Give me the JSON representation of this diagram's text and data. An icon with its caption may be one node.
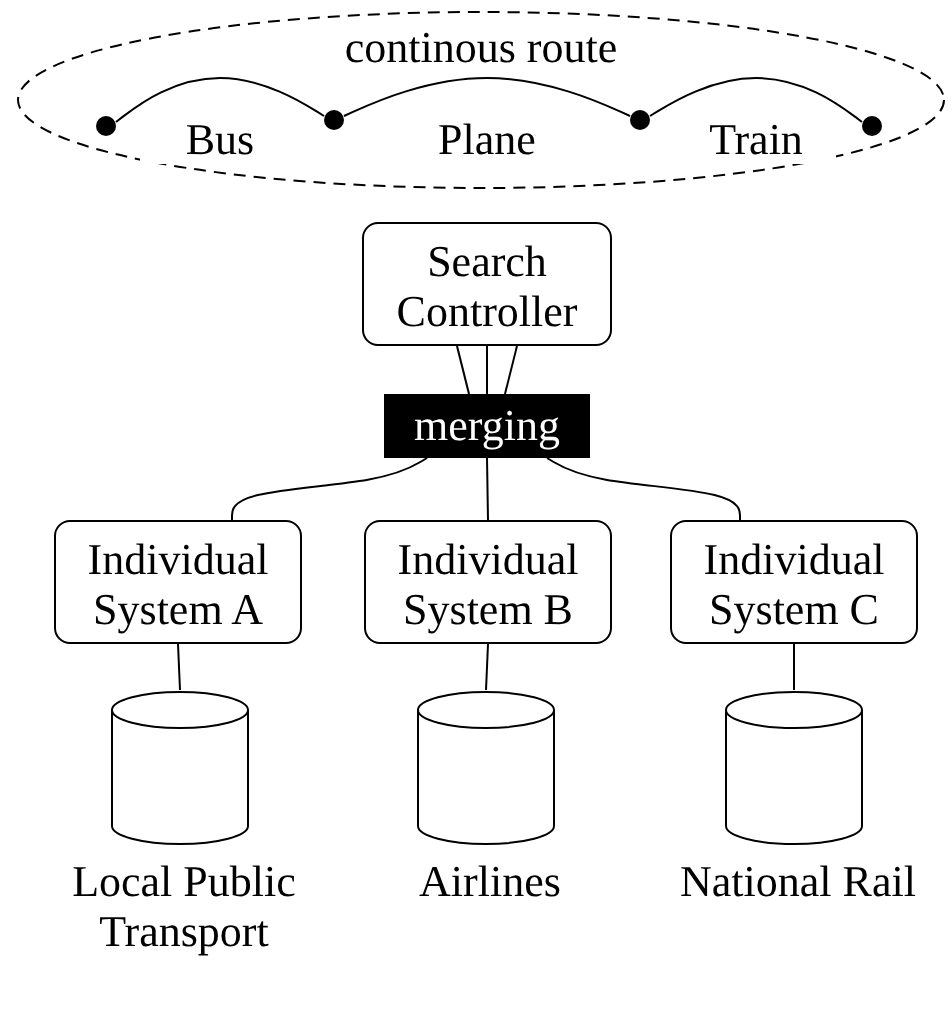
{
  "diagram": {
    "nodes": [
      {
        "text": [
          "continous route"
        ]
      },
      {
        "text": [],
        "shape": "circle",
        "in": 0
      },
      {
        "text": [],
        "shape": "circle",
        "in": 0
      },
      {
        "text": [],
        "shape": "circle",
        "in": 0
      },
      {
        "text": [],
        "shape": "circle",
        "in": 0
      },
      {
        "text": [
          "Search Controller"
        ]
      },
      {
        "text": [
          "merging"
        ]
      },
      {
        "text": [
          "Individual System A"
        ]
      },
      {
        "text": [
          "Individual System B"
        ]
      },
      {
        "text": [
          "Individual System C"
        ]
      },
      {
        "text": [],
        "shape": "cylinder",
        "beside": [
          "Local Public Transport"
        ]
      },
      {
        "text": [],
        "shape": "cylinder",
        "beside": [
          "Airlines"
        ]
      },
      {
        "text": [],
        "shape": "cylinder",
        "beside": [
          "National Rail"
        ]
      }
    ],
    "edges": [
      {
        "from": 1,
        "to": 2,
        "arrow": "none",
        "label": "Bus"
      },
      {
        "from": 2,
        "to": 3,
        "arrow": "none",
        "label": "Plane"
      },
      {
        "from": 3,
        "to": 4,
        "arrow": "none",
        "label": "Train"
      },
      {
        "from": 5,
        "to": 6,
        "arrow": "none"
      },
      {
        "from": 5,
        "to": 6,
        "arrow": "none"
      },
      {
        "from": 5,
        "to": 6,
        "arrow": "none"
      },
      {
        "from": 6,
        "to": 7,
        "arrow": "none"
      },
      {
        "from": 6,
        "to": 8,
        "arrow": "none"
      },
      {
        "from": 6,
        "to": 9,
        "arrow": "none"
      },
      {
        "from": 7,
        "to": 10,
        "arrow": "none"
      },
      {
        "from": 8,
        "to": 11,
        "arrow": "none"
      },
      {
        "from": 9,
        "to": 12,
        "arrow": "none"
      }
    ]
  }
}
